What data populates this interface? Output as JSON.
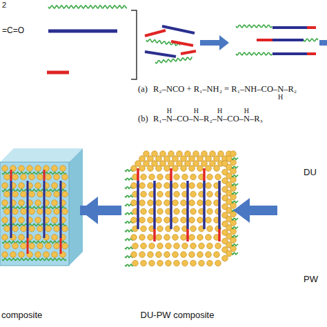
{
  "diagram": {
    "nodes": [
      {
        "text": [
          "composite"
        ]
      },
      {
        "text": [
          "DU-PW composite"
        ]
      }
    ],
    "edges": [
      {
        "from": 1,
        "to": 0,
        "arrow": "to"
      }
    ],
    "labels": [
      "2",
      "=C=O",
      "(a)",
      "R₂–NCO + R₁–NH₂ = R₁–NH–CO–N–R₂",
      "H",
      "(b)",
      "R₁–N–CO–N–R₂–N–CO–N–R₃",
      "H",
      "H",
      "H",
      "H",
      "DU",
      "PW"
    ]
  }
}
